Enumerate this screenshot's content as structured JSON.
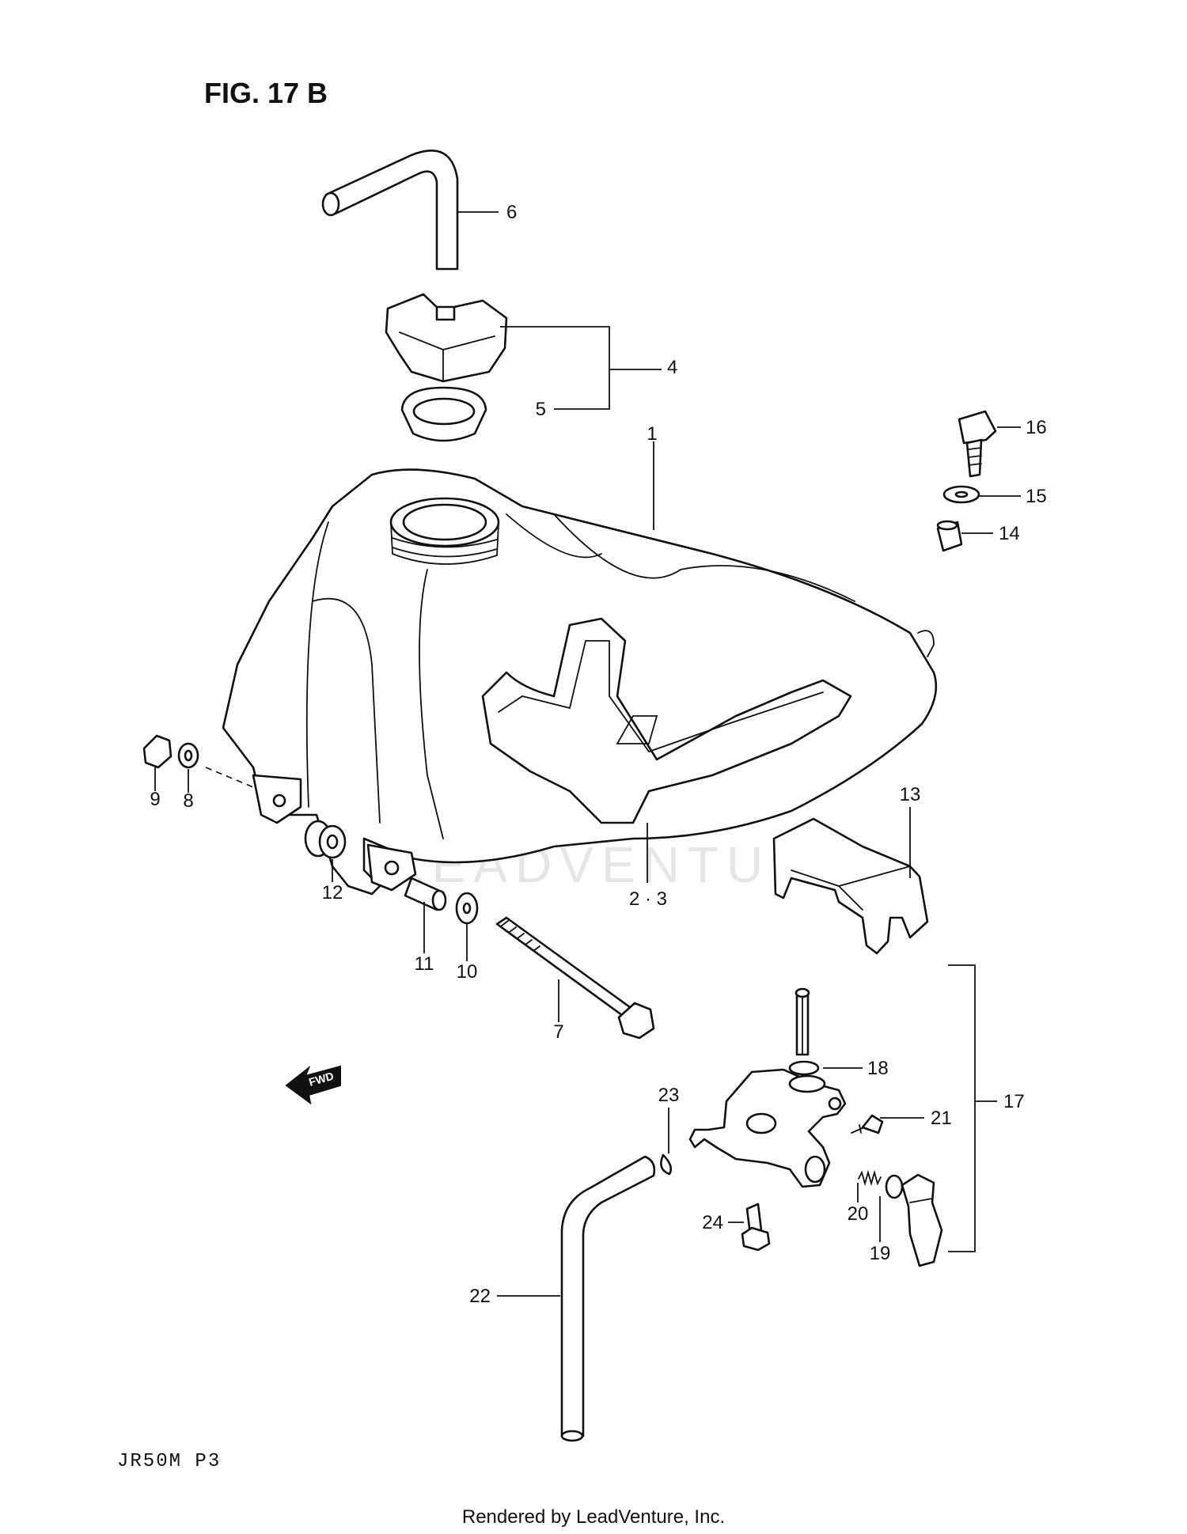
{
  "figure": {
    "title": "FIG. 17 B",
    "model_code": "JR50M P3",
    "footer": "Rendered by LeadVenture, Inc.",
    "watermark": "LEADVENTURE",
    "direction_badge": "FWD"
  },
  "callouts": [
    "1",
    "2 · 3",
    "4",
    "5",
    "6",
    "7",
    "8",
    "9",
    "10",
    "11",
    "12",
    "13",
    "14",
    "15",
    "16",
    "17",
    "18",
    "19",
    "20",
    "21",
    "22",
    "23",
    "24"
  ]
}
